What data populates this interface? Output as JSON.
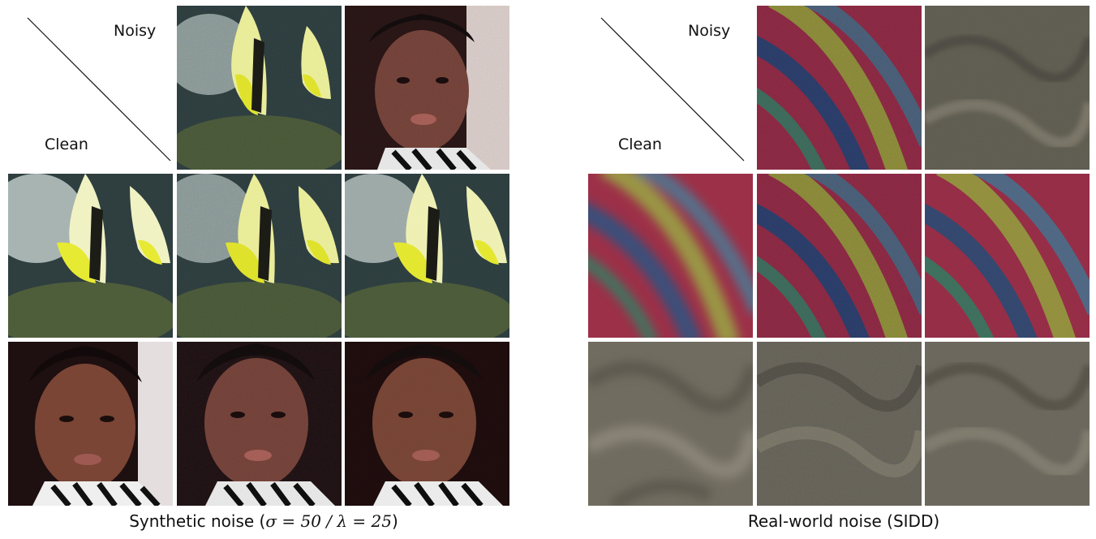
{
  "panels": {
    "synthetic": {
      "corner": {
        "noisy": "Noisy",
        "clean": "Clean"
      },
      "caption_prefix": "Synthetic noise (",
      "caption_math": "σ = 50 / λ = 25",
      "caption_suffix": ")"
    },
    "real": {
      "corner": {
        "noisy": "Noisy",
        "clean": "Clean"
      },
      "caption": "Real-world noise (SIDD)"
    }
  },
  "colors": {
    "fish_water": "#2e3d3f",
    "fish_yellow": "#e3e533",
    "portrait_skin": "#6b3d2f",
    "stripe_red": "#9c3048",
    "stripe_yellow": "#8f8a3a",
    "fabric": "#6d6a5c"
  }
}
